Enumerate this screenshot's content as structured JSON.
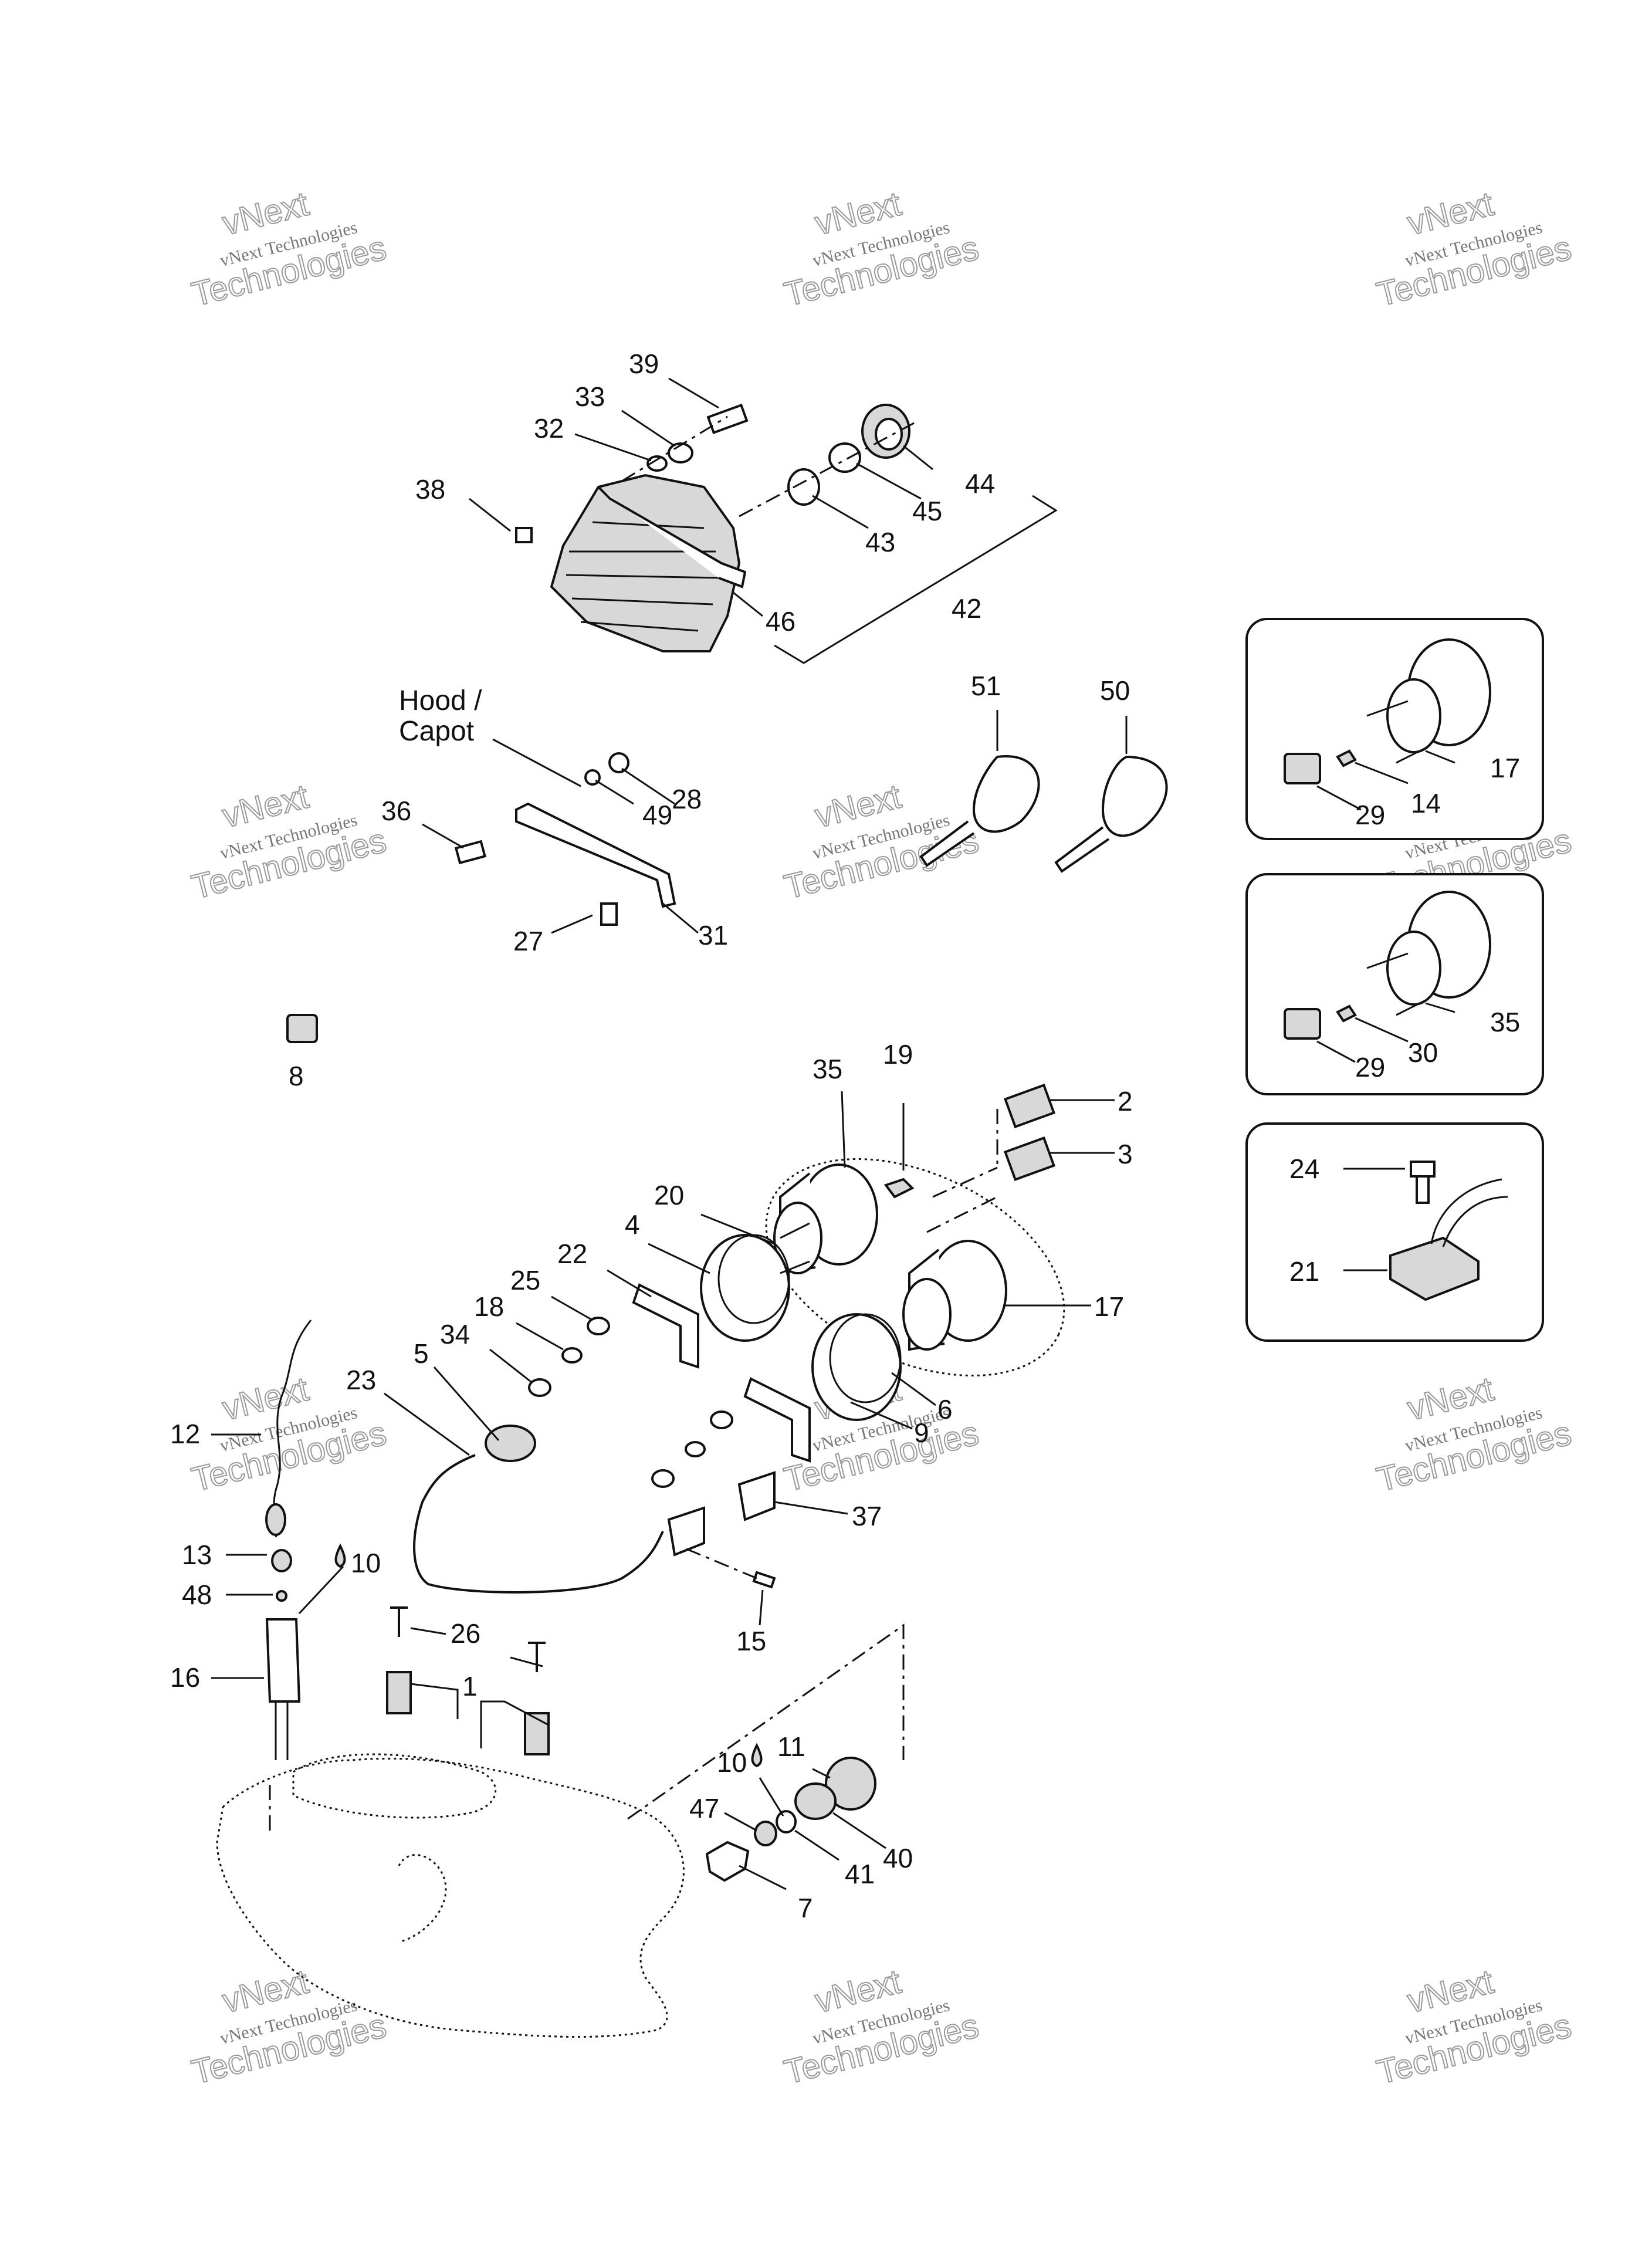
{
  "labels": {
    "l1": "1",
    "l2": "2",
    "l3": "3",
    "l4": "4",
    "l5": "5",
    "l6": "6",
    "l7": "7",
    "l8": "8",
    "l9": "9",
    "l10a": "10",
    "l10b": "10",
    "l11": "11",
    "l12": "12",
    "l13": "13",
    "l14": "14",
    "l15": "15",
    "l16": "16",
    "l17a": "17",
    "l17b": "17",
    "l18": "18",
    "l19": "19",
    "l20": "20",
    "l21": "21",
    "l22": "22",
    "l23": "23",
    "l24": "24",
    "l25": "25",
    "l26": "26",
    "l27": "27",
    "l28": "28",
    "l29a": "29",
    "l29b": "29",
    "l30": "30",
    "l31": "31",
    "l32": "32",
    "l33": "33",
    "l34": "34",
    "l35a": "35",
    "l35b": "35",
    "l36": "36",
    "l37": "37",
    "l38": "38",
    "l39": "39",
    "l40": "40",
    "l41": "41",
    "l42": "42",
    "l43": "43",
    "l44": "44",
    "l45": "45",
    "l46": "46",
    "l47": "47",
    "l48": "48",
    "l49": "49",
    "l50": "50",
    "l51": "51"
  },
  "hood_label": {
    "line1": "Hood /",
    "line2": "Capot"
  },
  "watermark": {
    "line1": "vNext",
    "line2": "vNext Technologies",
    "line3": "Technologies"
  },
  "colors": {
    "ink": "#111111",
    "watermark": "#999999",
    "background": "#ffffff"
  }
}
